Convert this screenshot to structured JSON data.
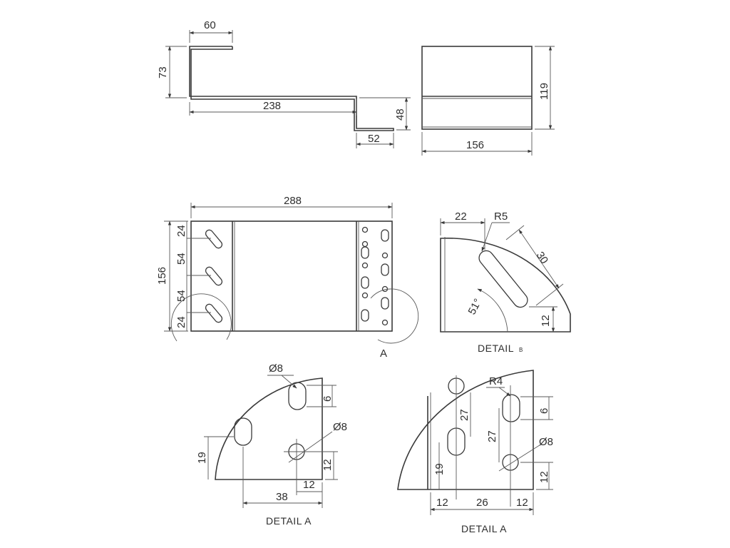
{
  "side_view": {
    "dims": [
      "60",
      "73",
      "238",
      "48",
      "52"
    ]
  },
  "end_view": {
    "dims": [
      "119",
      "156"
    ]
  },
  "plan_view": {
    "dims": [
      "288",
      "156",
      "24",
      "54",
      "54",
      "24"
    ],
    "detail_marker": "A"
  },
  "detail_b": {
    "dims": [
      "22",
      "R5",
      "30",
      "51°",
      "12"
    ],
    "caption_word": "DETAIL",
    "caption_letter": "B"
  },
  "detail_a_left": {
    "dims": [
      "Ø8",
      "6",
      "Ø8",
      "19",
      "12",
      "12",
      "38"
    ],
    "caption": "DETAIL A"
  },
  "detail_a_right": {
    "dims": [
      "R4",
      "27",
      "27",
      "6",
      "Ø8",
      "19",
      "12",
      "12",
      "26",
      "12"
    ],
    "caption": "DETAIL A"
  }
}
